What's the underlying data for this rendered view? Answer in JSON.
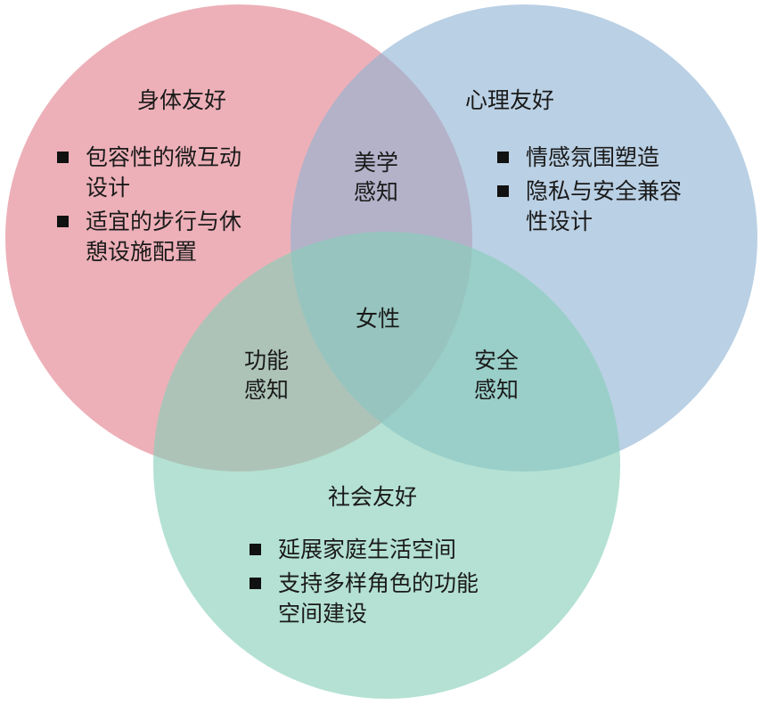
{
  "colors": {
    "physical": "#e27f8c",
    "psychological": "#8fb3d3",
    "social": "#86cfb8"
  },
  "circles": {
    "physical": {
      "title": "身体友好",
      "items": [
        "包容性的微互动设计",
        "适宜的步行与休憩设施配置"
      ]
    },
    "psychological": {
      "title": "心理友好",
      "items": [
        "情感氛围塑造",
        "隐私与安全兼容性设计"
      ]
    },
    "social": {
      "title": "社会友好",
      "items": [
        "延展家庭生活空间",
        "支持多样角色的功能空间建设"
      ]
    }
  },
  "overlaps": {
    "aesthetic": [
      "美学",
      "感知"
    ],
    "functional": [
      "功能",
      "感知"
    ],
    "safety": [
      "安全",
      "感知"
    ],
    "center": "女性"
  }
}
